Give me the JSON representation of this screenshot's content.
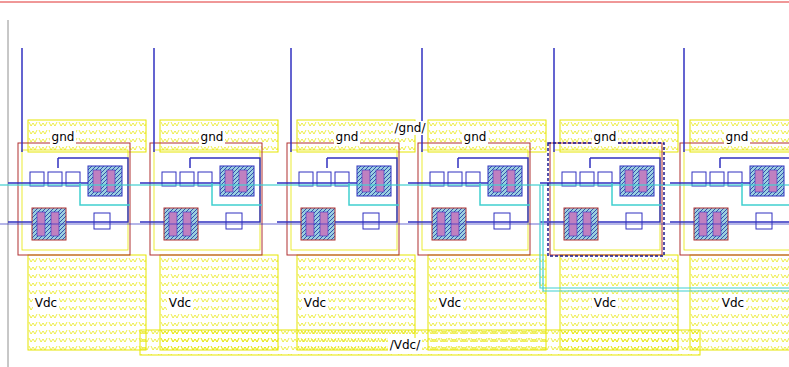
{
  "diagram": {
    "labels": [
      "/gnd/",
      "gnd",
      "gnd",
      "gnd",
      "gnd",
      "gnd",
      "gnd",
      "Vdc",
      "Vdc",
      "Vdc",
      "Vdc",
      "Vdc",
      "Vdc",
      "/Vdc/"
    ]
  }
}
